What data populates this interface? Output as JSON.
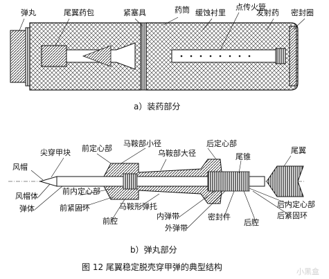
{
  "part_a": {
    "labels": [
      "弹丸",
      "尾翼药包",
      "紧塞具",
      "药筒",
      "缓蚀衬里",
      "点传火管",
      "发射药",
      "密封圈"
    ],
    "caption": "a）装药部分"
  },
  "part_b": {
    "labels": [
      "马鞍部小径",
      "后定心部",
      "尾翼",
      "乌鞍部大径",
      "尖穿甲块",
      "前定心部",
      "风帽",
      "尾锥",
      "风帽体",
      "前内定心部",
      "弹体",
      "前紧固环",
      "马鞍形弹托",
      "前腔",
      "内弹带",
      "外弹带",
      "密封件",
      "后腔",
      "后内定心部",
      "后紧固环"
    ],
    "caption": "b）弹丸部分"
  },
  "figure_caption": "图 12   尾翼稳定脱壳穿甲弹的典型结构",
  "watermark": "小黑盒"
}
